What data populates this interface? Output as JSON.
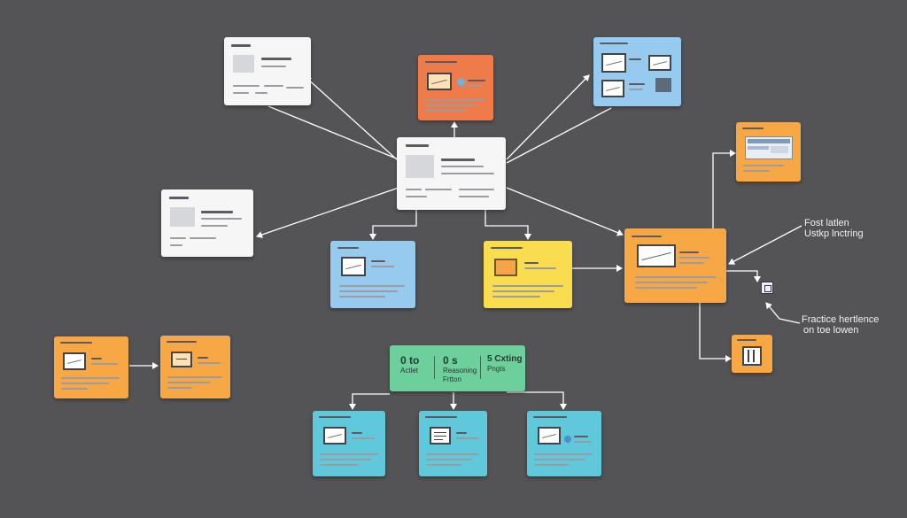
{
  "green_node": {
    "col1": {
      "line1": "0 to",
      "line2": "Actlet"
    },
    "col2": {
      "line1": "0 s",
      "line2": "Reasoning",
      "line3": "Frtton"
    },
    "col3": {
      "line1": "5 Cxting",
      "line2": "Pngts"
    }
  },
  "annotations": {
    "top_right": {
      "line1": "Fost latlen",
      "line2": "Ustkp lnctring"
    },
    "bottom_right": {
      "line1": "Fractice hertlence",
      "line2": "on toe lowen"
    }
  },
  "colors": {
    "background": "#545457",
    "white_card": "#f6f6f7",
    "orange": "#f7a845",
    "red": "#ef7a4a",
    "blue": "#96cbef",
    "yellow": "#f9dd4f",
    "teal": "#5fc8da",
    "green": "#6dcf9b",
    "connector": "#ffffff"
  }
}
